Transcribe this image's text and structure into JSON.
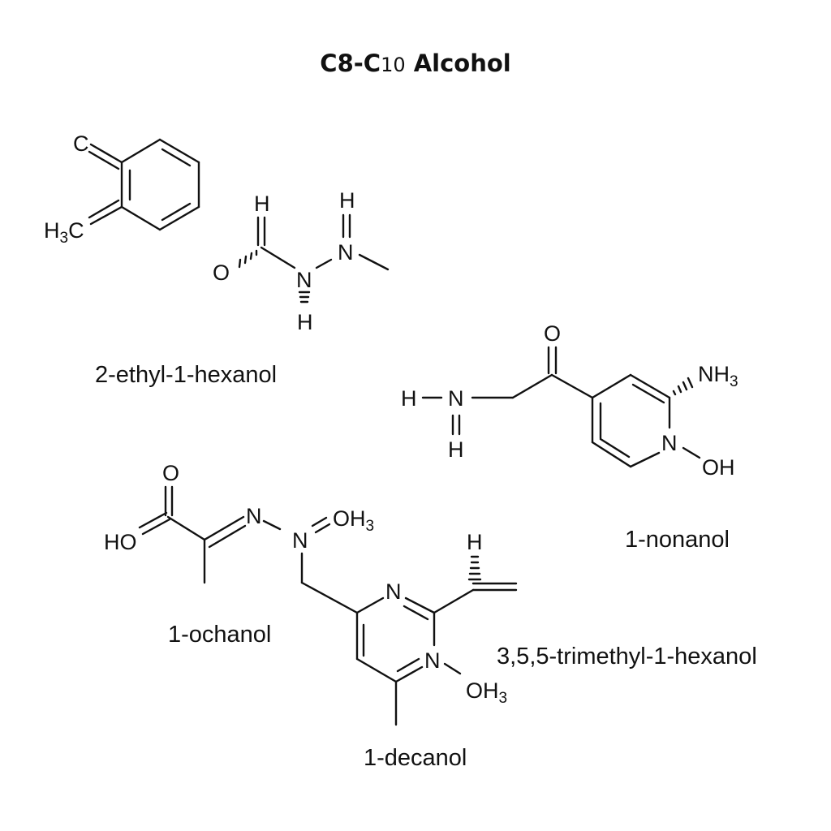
{
  "title": {
    "prefix": "C8-C",
    "num": "10",
    "suffix": " Alcohol"
  },
  "molecules": [
    {
      "name": "2-ethyl-1-hexanol"
    },
    {
      "name": "1-nonanol"
    },
    {
      "name": "1-ochanol"
    },
    {
      "name": "3,5,5-trimethyl-1-hexanol"
    },
    {
      "name": "1-decanol"
    }
  ],
  "atoms": {
    "C": "C",
    "H": "H",
    "N": "N",
    "O": "O",
    "HO": "HO",
    "OH": "OH",
    "H3C": [
      "H",
      "3",
      "C"
    ],
    "NH3": [
      "NH",
      "3"
    ],
    "OH3": [
      "OH",
      "3"
    ]
  }
}
